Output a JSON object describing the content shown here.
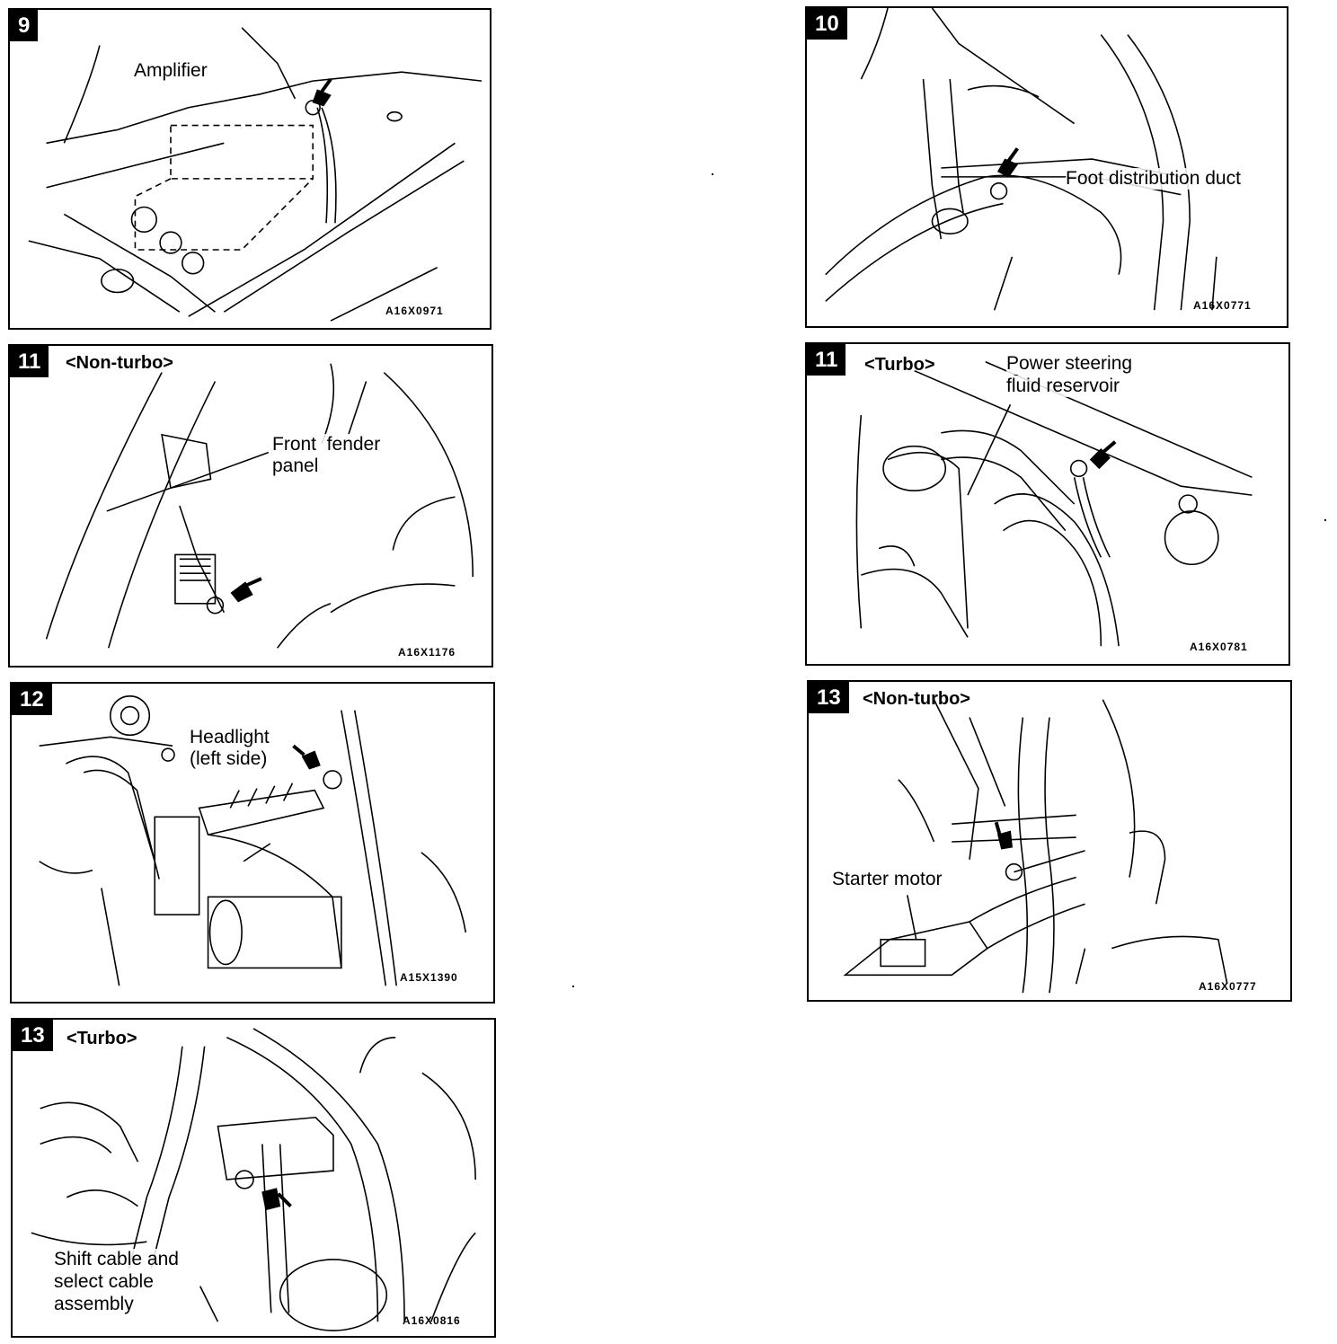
{
  "panels": [
    {
      "number": "9",
      "variant": "",
      "labels": [
        "Amplifier"
      ],
      "code": "A16X0971"
    },
    {
      "number": "10",
      "variant": "",
      "labels": [
        "Foot distribution duct"
      ],
      "code": "A16X0771"
    },
    {
      "number": "11",
      "variant": "<Non-turbo>",
      "labels": [
        "Front  fender",
        "panel"
      ],
      "code": "A16X1176"
    },
    {
      "number": "11",
      "variant": "<Turbo>",
      "labels": [
        "Power steering",
        "fluid reservoir"
      ],
      "code": "A16X0781"
    },
    {
      "number": "12",
      "variant": "",
      "labels": [
        "Headlight",
        "(left side)"
      ],
      "code": "A15X1390"
    },
    {
      "number": "13",
      "variant": "<Non-turbo>",
      "labels": [
        "Starter motor"
      ],
      "code": "A16X0777"
    },
    {
      "number": "13",
      "variant": "<Turbo>",
      "labels": [
        "Shift cable and",
        "select cable",
        "assembly"
      ],
      "code": "A16X0816"
    }
  ]
}
